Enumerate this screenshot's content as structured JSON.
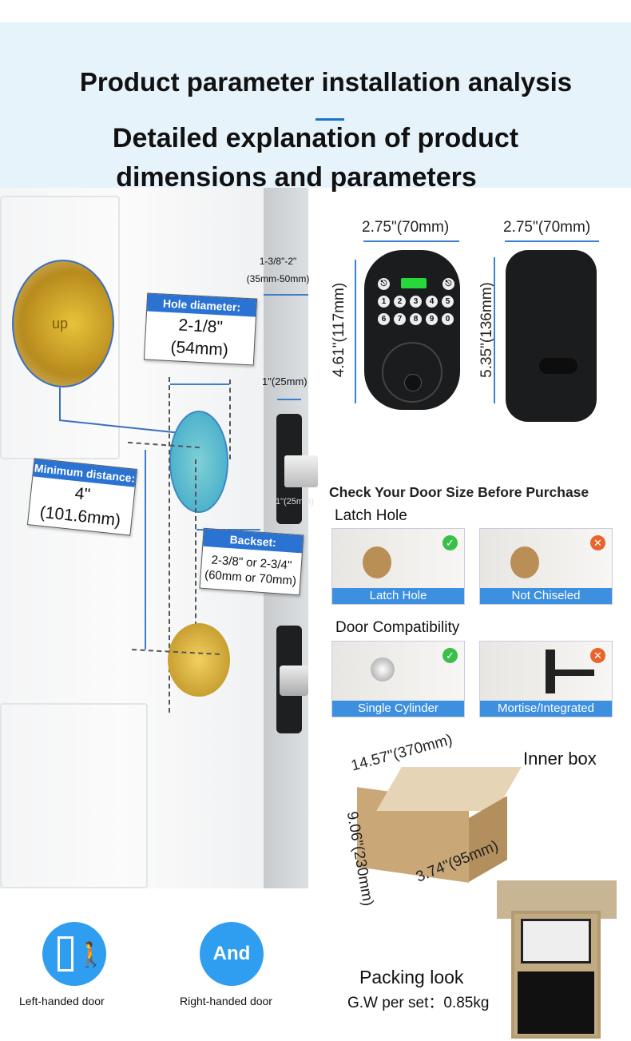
{
  "header": {
    "title": "Product parameter installation analysis",
    "subtitle_line1": "Detailed explanation of product",
    "subtitle_line2": "dimensions and parameters"
  },
  "door_diagram": {
    "door_thickness": "1-3/8\"-2\"",
    "door_thickness_mm": "(35mm-50mm)",
    "hole_diameter": {
      "label": "Hole diameter:",
      "value": "2-1/8\"",
      "value_mm": "(54mm)"
    },
    "minimum_distance": {
      "label": "Minimum distance:",
      "value": "4\"",
      "value_mm": "(101.6mm)"
    },
    "backset": {
      "label": "Backset:",
      "value": "2-3/8\" or 2-3/4\"",
      "value_mm": "(60mm or 70mm)"
    },
    "latch_width": "1\"(25mm)",
    "latch_width_2": "1\"(25mm)",
    "latch_mark": "up"
  },
  "lock_dimensions": {
    "front_width": "2.75\"(70mm)",
    "front_height": "4.61\"(117mm)",
    "back_width": "2.75\"(70mm)",
    "back_height": "5.35\"(136mm)",
    "keypad_keys": [
      "1",
      "2",
      "3",
      "4",
      "5",
      "6",
      "7",
      "8",
      "9",
      "0"
    ]
  },
  "door_check": {
    "title": "Check Your Door Size Before Purchase",
    "latch_hole_title": "Latch Hole",
    "latch_cards": [
      {
        "caption": "Latch Hole",
        "status": "ok"
      },
      {
        "caption": "Not Chiseled",
        "status": "no"
      }
    ],
    "compat_title": "Door Compatibility",
    "compat_cards": [
      {
        "caption": "Single Cylinder",
        "status": "ok"
      },
      {
        "caption": "Mortise/Integrated",
        "status": "no"
      }
    ]
  },
  "inner_box": {
    "title": "Inner box",
    "length": "14.57\"(370mm)",
    "height": "9.06\"(230mm)",
    "width": "3.74\"(95mm)"
  },
  "handing": {
    "left_label": "Left-handed door",
    "right_icon_text": "And",
    "right_label": "Right-handed door"
  },
  "packing": {
    "title": "Packing look",
    "weight": "G.W per set：0.85kg"
  },
  "colors": {
    "accent": "#2a73d3",
    "header_bg": "#e7f3fb",
    "icon_blue": "#2f9ef0",
    "ok": "#3cbf4a",
    "no": "#e8642c"
  }
}
